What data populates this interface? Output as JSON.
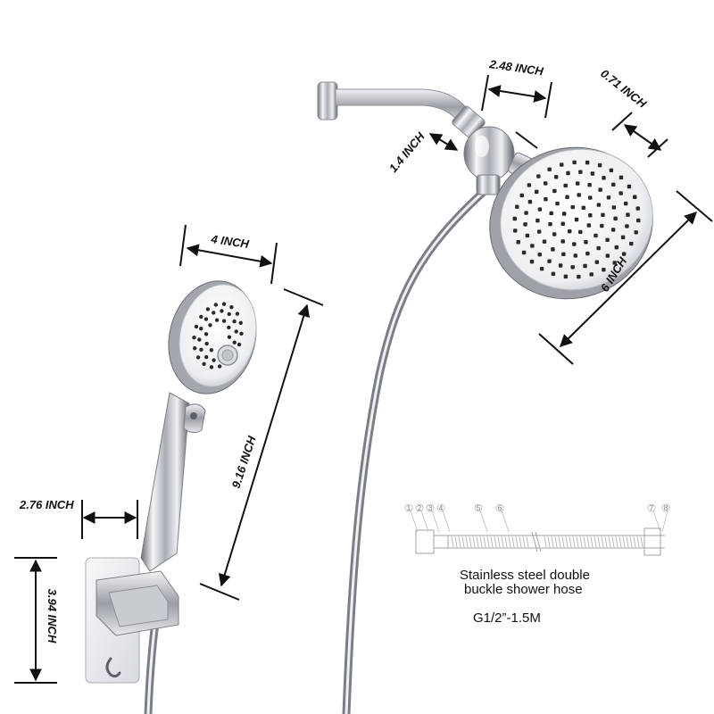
{
  "dimensions": {
    "arm_width": "2.48 INCH",
    "head_thickness": "0.71 INCH",
    "connector": "1.4 INCH",
    "overhead_diameter": "6 INCH",
    "hand_head_width": "4 INCH",
    "handheld_length": "9.16 INCH",
    "holder_depth": "2.76 INCH",
    "holder_height": "3.94 INCH"
  },
  "hose_diagram": {
    "part_numbers": [
      "1",
      "2",
      "3",
      "4",
      "5",
      "6",
      "7",
      "8"
    ],
    "title_line1": "Stainless steel double",
    "title_line2": "buckle shower hose",
    "spec": "G1/2”-1.5M"
  },
  "colors": {
    "chrome_light": "#f4f5f7",
    "chrome_mid": "#b9bdc3",
    "chrome_dark": "#5d6167",
    "nozzle": "#2a2a2a",
    "dimension_line": "#111111"
  }
}
